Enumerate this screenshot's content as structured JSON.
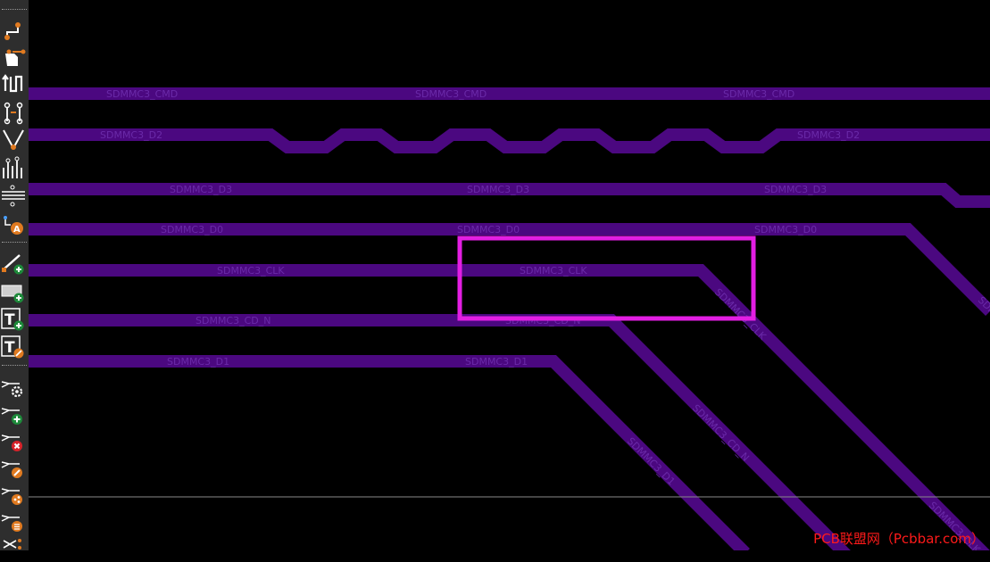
{
  "colors": {
    "canvas_bg": "#000000",
    "trace": "#4b0880",
    "trace_label": "#6a2aa8",
    "highlight_box": "#e31ee3",
    "toolbar_bg": "#2e2e2e",
    "watermark": "#ff1a1a"
  },
  "nets": {
    "cmd": "SDMMC3_CMD",
    "d2": "SDMMC3_D2",
    "d3": "SDMMC3_D3",
    "d0": "SDMMC3_D0",
    "clk": "SDMMC3_CLK",
    "cd_n": "SDMMC3_CD_N",
    "d1": "SDMMC3_D1"
  },
  "toolbar": {
    "tools": [
      "route-single-track-icon",
      "interactive-drag-icon",
      "tune-length-icon",
      "differential-pair-icon",
      "route-v-icon",
      "fanout-icon",
      "layer-stack-icon",
      "autoroute-icon",
      "add-track-icon",
      "add-zone-icon",
      "add-text-icon",
      "edit-text-icon",
      "net-settings-icon",
      "add-net-icon",
      "delete-net-icon",
      "edit-net-icon",
      "net-share-icon",
      "net-list-icon",
      "scissors-icon"
    ]
  },
  "watermark": "PCB联盟网（Pcbbar.com）"
}
